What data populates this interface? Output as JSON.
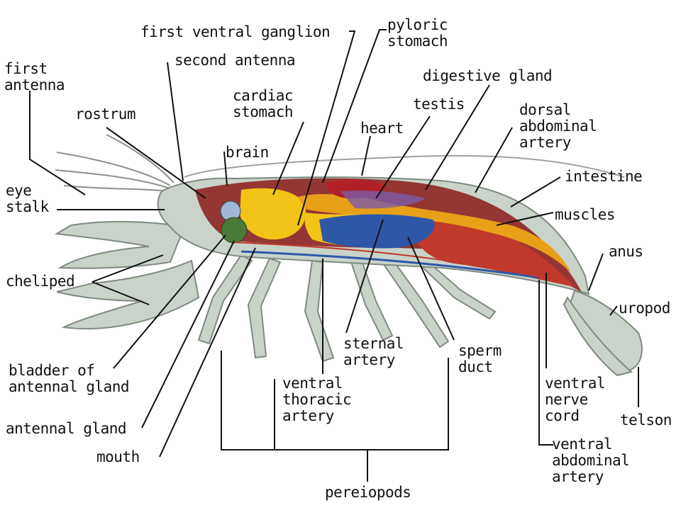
{
  "labels": {
    "first_ventral_ganglion": "first ventral ganglion",
    "pyloric_stomach": "pyloric\nstomach",
    "first_antenna": "first\nantenna",
    "second_antenna": "second antenna",
    "digestive_gland": "digestive gland",
    "cardiac_stomach": "cardiac\nstomach",
    "testis": "testis",
    "rostrum": "rostrum",
    "dorsal_abdominal_artery": "dorsal\nabdominal\nartery",
    "heart": "heart",
    "brain": "brain",
    "intestine": "intestine",
    "eye_stalk": "eye\nstalk",
    "muscles": "muscles",
    "anus": "anus",
    "cheliped": "cheliped",
    "uropod": "uropod",
    "sternal_artery": "sternal\nartery",
    "sperm_duct": "sperm\nduct",
    "bladder_of_antennal_gland": "bladder of\nantennal gland",
    "ventral_thoracic_artery": "ventral\nthoracic\nartery",
    "ventral_nerve_cord": "ventral\nnerve\ncord",
    "antennal_gland": "antennal gland",
    "telson": "telson",
    "mouth": "mouth",
    "ventral_abdominal_artery": "ventral\nabdominal\nartery",
    "pereiopods": "pereiopods"
  },
  "colors": {
    "shell": "#c9d3c9",
    "shell_stroke": "#7f8a80",
    "muscle": "#c0392b",
    "gland_yellow": "#f2c418",
    "digestive_blue": "#2f57a8",
    "heart_red": "#b2202a",
    "intestine_orange": "#e8a019",
    "eye_green": "#4a7a38",
    "leader": "#111111"
  }
}
